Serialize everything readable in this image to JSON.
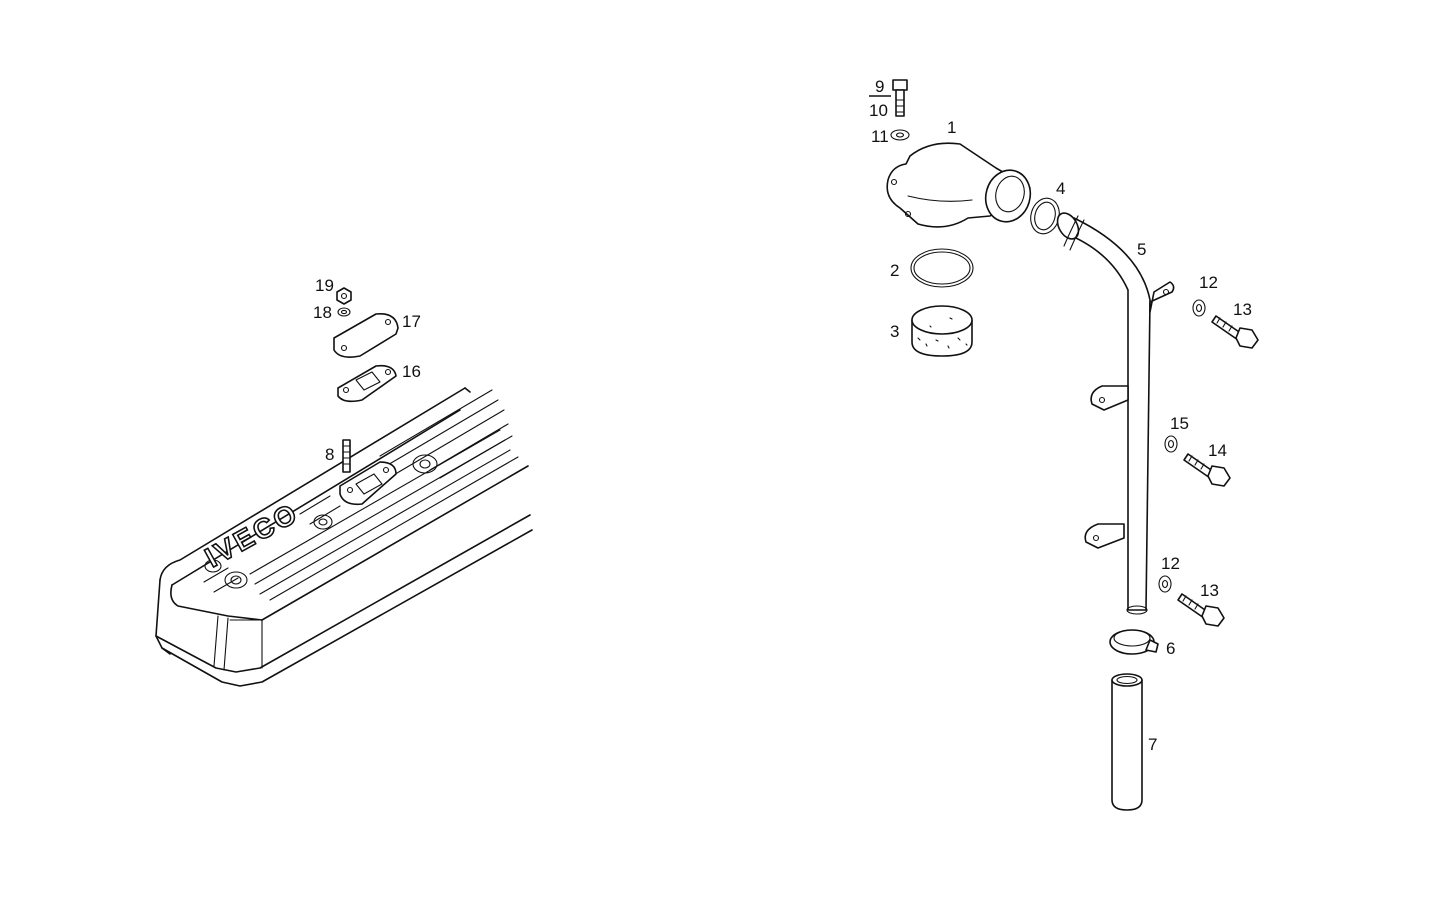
{
  "callouts": {
    "p1": "1",
    "p2": "2",
    "p3": "3",
    "p4": "4",
    "p5": "5",
    "p6": "6",
    "p7": "7",
    "p8": "8",
    "p9": "9",
    "p10": "10",
    "p11": "11",
    "p12a": "12",
    "p12b": "12",
    "p13a": "13",
    "p13b": "13",
    "p14": "14",
    "p15": "15",
    "p16": "16",
    "p17": "17",
    "p18": "18",
    "p19": "19"
  },
  "logo_text": "IVECO",
  "colors": {
    "line": "#111111",
    "background": "#ffffff"
  }
}
